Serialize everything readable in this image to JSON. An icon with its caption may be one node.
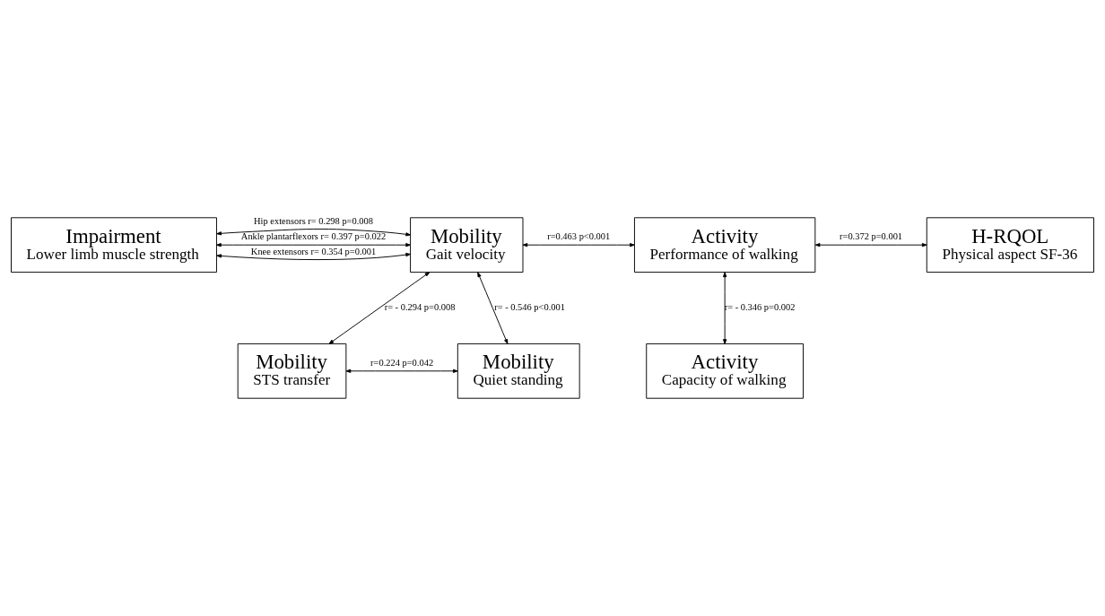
{
  "diagram": {
    "nodes": [
      {
        "text": [
          "Impairment",
          "Lower limb muscle strength"
        ]
      },
      {
        "text": [
          "Mobility",
          "Gait velocity"
        ]
      },
      {
        "text": [
          "Activity",
          "Performance of walking"
        ]
      },
      {
        "text": [
          "H-RQOL",
          "Physical aspect SF-36"
        ]
      },
      {
        "text": [
          "Mobility",
          "STS transfer"
        ]
      },
      {
        "text": [
          "Mobility",
          "Quiet standing"
        ]
      },
      {
        "text": [
          "Activity",
          "Capacity of walking"
        ]
      }
    ],
    "edges": [
      {
        "from": 0,
        "to": 1,
        "arrow": "both",
        "label": "Hip extensors r= 0.298 p=0.008"
      },
      {
        "from": 0,
        "to": 1,
        "arrow": "both",
        "label": "Knee extensors r= 0.354 p=0.001"
      },
      {
        "from": 0,
        "to": 1,
        "arrow": "both",
        "label": "Ankle plantarflexors r= 0.397 p=0.022"
      },
      {
        "from": 1,
        "to": 2,
        "arrow": "both",
        "label": "r=0.463 p<0.001"
      },
      {
        "from": 2,
        "to": 3,
        "arrow": "both",
        "label": "r=0.372 p=0.001"
      },
      {
        "from": 1,
        "to": 4,
        "arrow": "both",
        "label": "r= - 0.294 p=0.008"
      },
      {
        "from": 1,
        "to": 5,
        "arrow": "both",
        "label": "r= - 0.546 p<0.001"
      },
      {
        "from": 4,
        "to": 5,
        "arrow": "both",
        "label": "r=0.224 p=0.042"
      },
      {
        "from": 2,
        "to": 6,
        "arrow": "both",
        "label": "r= - 0.346 p=0.002"
      }
    ]
  }
}
